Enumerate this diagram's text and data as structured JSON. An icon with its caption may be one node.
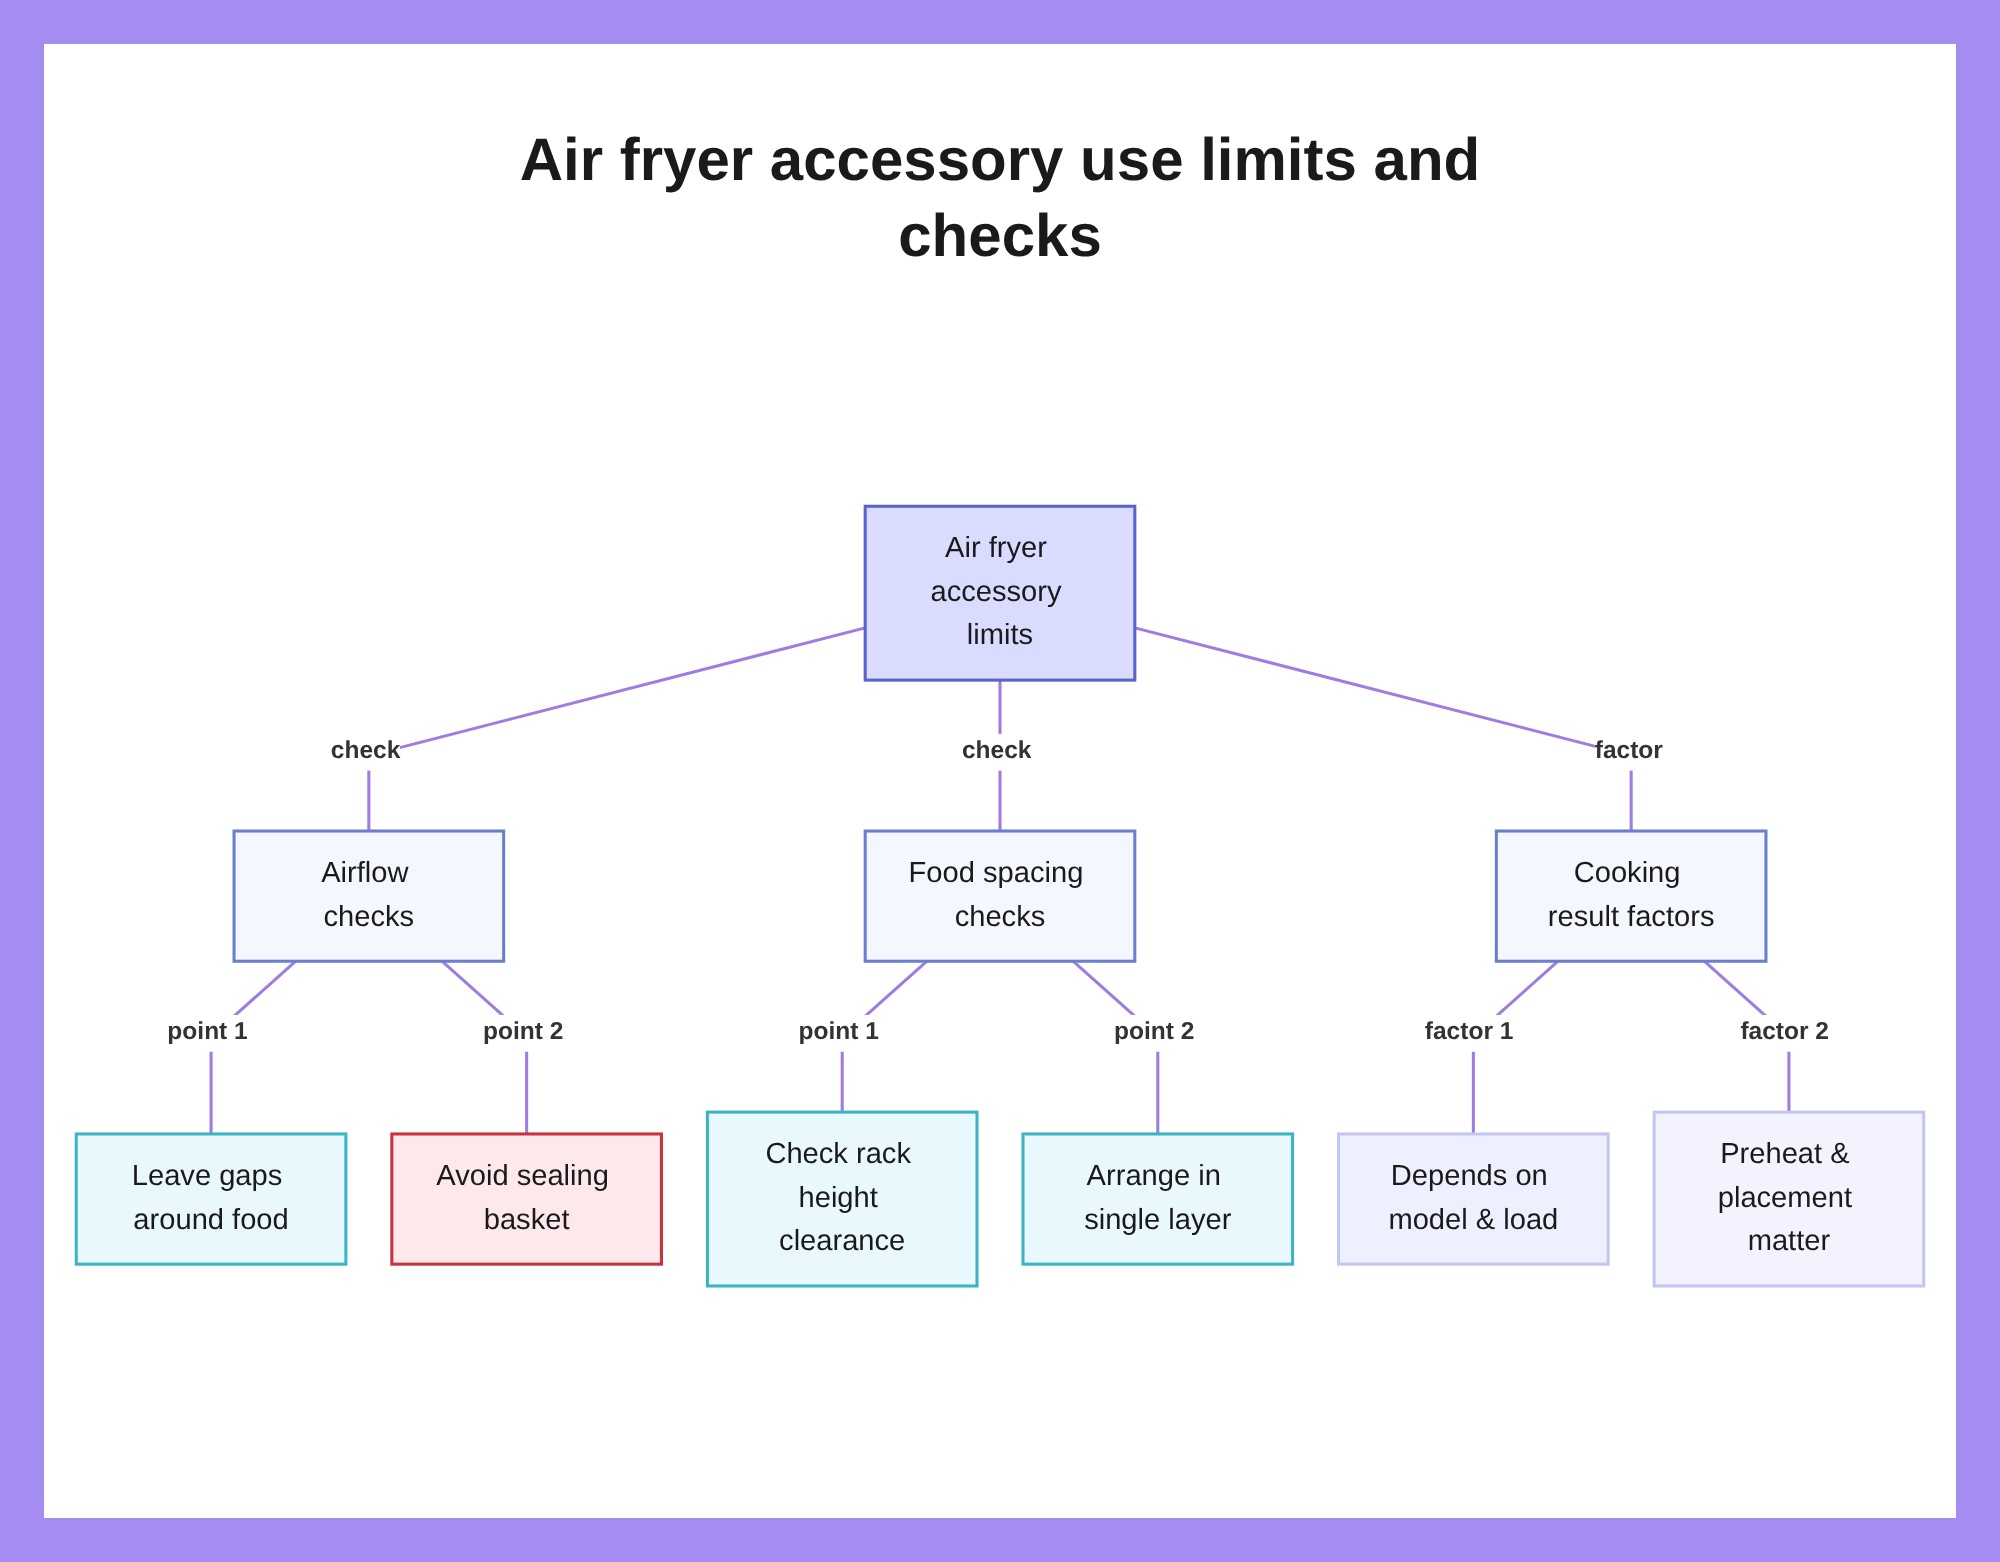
{
  "diagram": {
    "title": "Air fryer accessory use limits and checks",
    "nodes": [
      {
        "text": [
          "Air fryer accessory limits"
        ]
      },
      {
        "text": [
          "Airflow checks"
        ]
      },
      {
        "text": [
          "Food spacing checks"
        ]
      },
      {
        "text": [
          "Cooking result factors"
        ]
      },
      {
        "text": [
          "Leave gaps around food"
        ]
      },
      {
        "text": [
          "Avoid sealing basket"
        ]
      },
      {
        "text": [
          "Check rack height clearance"
        ]
      },
      {
        "text": [
          "Arrange in single layer"
        ]
      },
      {
        "text": [
          "Depends on model & load"
        ]
      },
      {
        "text": [
          "Preheat & placement matter"
        ]
      }
    ],
    "edges": [
      {
        "from": 0,
        "to": 1,
        "arrow": "none",
        "label": "check"
      },
      {
        "from": 0,
        "to": 2,
        "arrow": "none",
        "label": "check"
      },
      {
        "from": 0,
        "to": 3,
        "arrow": "none",
        "label": "factor"
      },
      {
        "from": 1,
        "to": 4,
        "arrow": "none",
        "label": "point 1"
      },
      {
        "from": 1,
        "to": 5,
        "arrow": "none",
        "label": "point 2"
      },
      {
        "from": 2,
        "to": 6,
        "arrow": "none",
        "label": "point 1"
      },
      {
        "from": 2,
        "to": 7,
        "arrow": "none",
        "label": "point 2"
      },
      {
        "from": 3,
        "to": 8,
        "arrow": "none",
        "label": "factor 1"
      },
      {
        "from": 3,
        "to": 9,
        "arrow": "none",
        "label": "factor 2"
      }
    ]
  }
}
